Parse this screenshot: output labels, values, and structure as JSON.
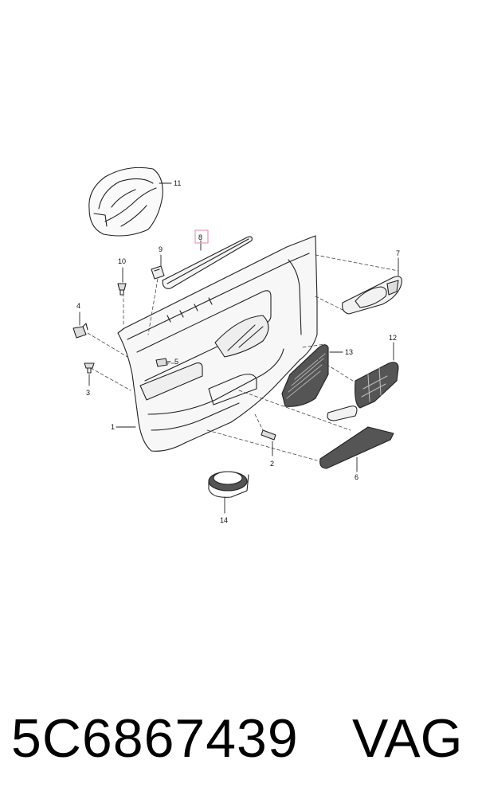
{
  "callouts": {
    "c1": "1",
    "c2": "2",
    "c3": "3",
    "c4": "4",
    "c5": "5",
    "c6": "6",
    "c7": "7",
    "c8": "8",
    "c9": "9",
    "c10": "10",
    "c11": "11",
    "c12": "12",
    "c13": "13",
    "c14": "14"
  },
  "highlighted_callout": "8",
  "highlight_color": "#e8a0b4",
  "footer": {
    "part_number": "5C6867439",
    "brand": "VAG"
  }
}
